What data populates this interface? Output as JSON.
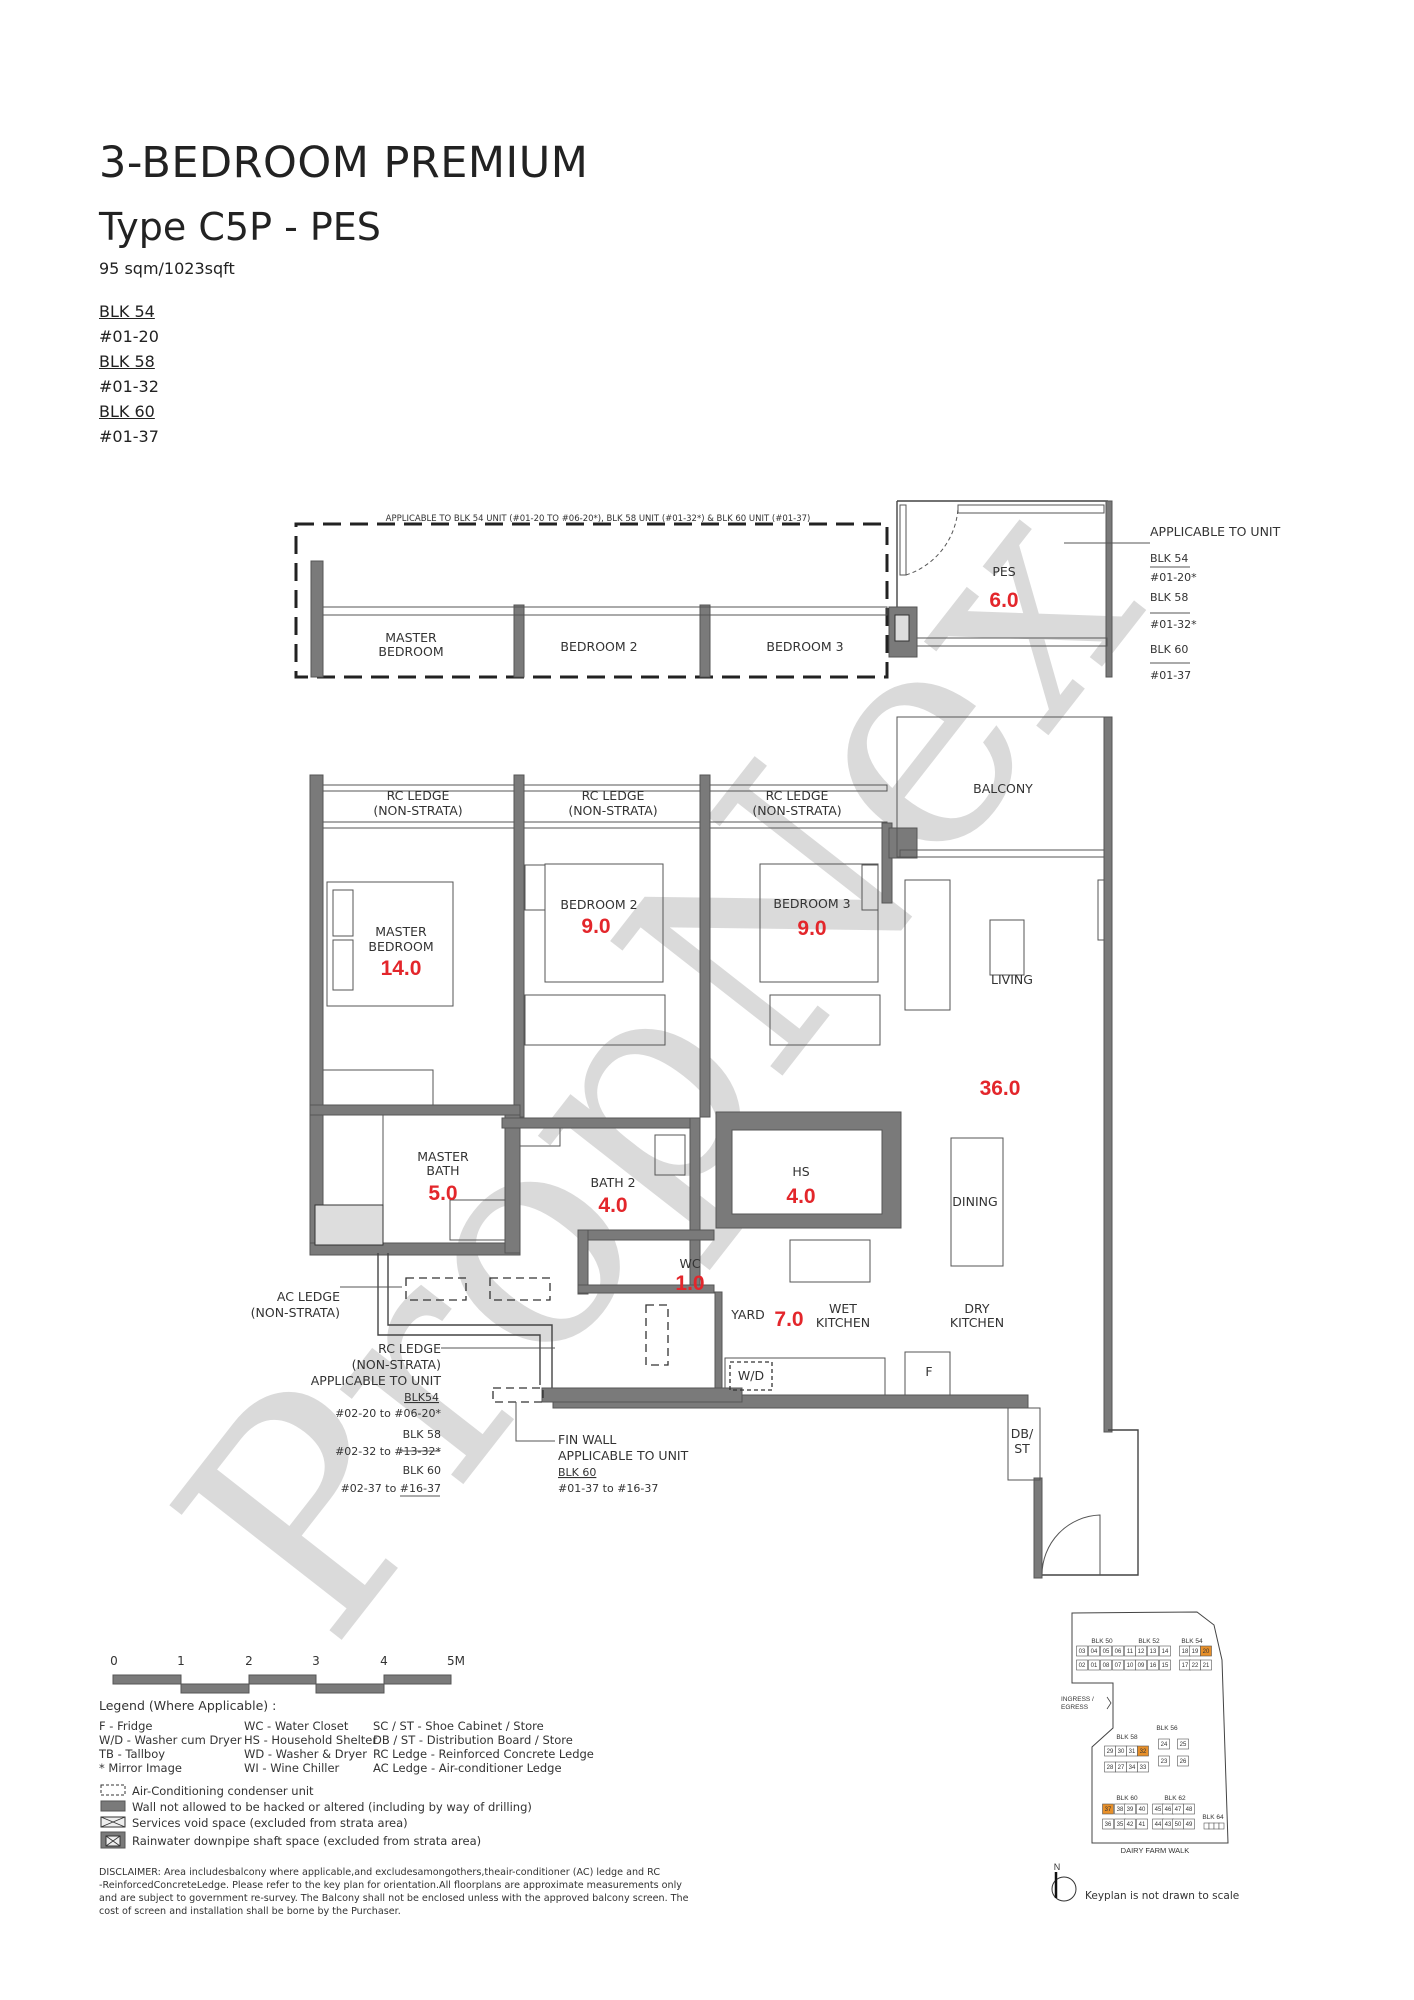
{
  "header": {
    "title": "3-BEDROOM PREMIUM",
    "subtitle": "Type C5P - PES",
    "area": "95 sqm/1023sqft",
    "units": [
      {
        "block": "BLK 54",
        "unit": "#01-20"
      },
      {
        "block": "BLK 58",
        "unit": "#01-32"
      },
      {
        "block": "BLK 60",
        "unit": "#01-37"
      }
    ]
  },
  "watermark": "PropNex",
  "upper_plan": {
    "caption": "APPLICABLE TO BLK 54 UNIT (#01-20 TO #06-20*), BLK 58 UNIT (#01-32*) & BLK 60 UNIT (#01-37)",
    "rooms": [
      "MASTER",
      "BEDROOM",
      "BEDROOM 2",
      "BEDROOM 3"
    ],
    "pes": {
      "label": "PES",
      "area": "6.0"
    },
    "applicable": {
      "title": "APPLICABLE TO UNIT",
      "lines": [
        "BLK 54",
        "#01-20*",
        "BLK 58",
        "#01-32*",
        "BLK 60",
        "#01-37"
      ]
    }
  },
  "rooms": {
    "rc_ledge": [
      "RC LEDGE",
      "(NON-STRATA)"
    ],
    "balcony": "BALCONY",
    "master_bedroom": {
      "label1": "MASTER",
      "label2": "BEDROOM",
      "area": "14.0"
    },
    "bedroom2": {
      "label": "BEDROOM 2",
      "area": "9.0"
    },
    "bedroom3": {
      "label": "BEDROOM 3",
      "area": "9.0"
    },
    "living": {
      "label": "LIVING",
      "area": "36.0"
    },
    "dining": "DINING",
    "master_bath": {
      "label1": "MASTER",
      "label2": "BATH",
      "area": "5.0"
    },
    "bath2": {
      "label": "BATH 2",
      "area": "4.0"
    },
    "hs": {
      "label": "HS",
      "area": "4.0"
    },
    "wc": {
      "label": "WC",
      "area": "1.0"
    },
    "yard": {
      "label": "YARD",
      "area": "7.0"
    },
    "wet_kitchen": [
      "WET",
      "KITCHEN"
    ],
    "dry_kitchen": [
      "DRY",
      "KITCHEN"
    ],
    "wd": "W/D",
    "fridge": "F",
    "db_st": [
      "DB/",
      "ST"
    ]
  },
  "notes": {
    "ac_ledge": [
      "AC LEDGE",
      "(NON-STRATA)"
    ],
    "rc_ledge": [
      "RC LEDGE",
      "(NON-STRATA)",
      "APPLICABLE TO UNIT",
      "BLK54",
      "#02-20 to #06-20*",
      "BLK 58",
      "#02-32 to #13-32*",
      "BLK 60",
      "#02-37 to #16-37"
    ],
    "fin_wall": [
      "FIN WALL",
      "APPLICABLE TO UNIT",
      "BLK 60",
      "#01-37 to #16-37"
    ]
  },
  "scale": {
    "ticks": [
      "0",
      "1",
      "2",
      "3",
      "4",
      "5M"
    ]
  },
  "legend": {
    "title": "Legend (Where Applicable) :",
    "columns": [
      [
        "F - Fridge",
        "W/D - Washer cum Dryer",
        "TB - Tallboy",
        "* Mirror Image"
      ],
      [
        "WC - Water Closet",
        "HS - Household Shelter",
        "WD - Washer & Dryer",
        "WI - Wine Chiller"
      ],
      [
        "SC / ST - Shoe Cabinet / Store",
        "DB / ST - Distribution Board / Store",
        "RC Ledge - Reinforced Concrete Ledge",
        "AC Ledge - Air-conditioner Ledge"
      ]
    ],
    "symbols": [
      "Air-Conditioning condenser unit",
      "Wall not allowed to be hacked or altered (including by way of drilling)",
      "Services void space (excluded from strata area)",
      "Rainwater downpipe shaft space (excluded from strata area)"
    ]
  },
  "disclaimer": [
    "DISCLAIMER: Area includesbalcony where applicable,and excludesamongothers,theair-conditioner (AC) ledge and RC",
    "-ReinforcedConcreteLedge. Please refer to the key plan for orientation.All floorplans are approximate measurements only",
    "and are subject to government re-survey. The Balcony shall not be enclosed unless with the approved balcony screen. The",
    "cost of screen and installation shall be borne by the Purchaser."
  ],
  "keyplan": {
    "highlight_color": "#e8902a",
    "ingress": [
      "INGRESS /",
      "EGRESS"
    ],
    "road": "DAIRY FARM WALK",
    "north": "N",
    "note": "Keyplan is not drawn to scale",
    "blocks": [
      {
        "name": "BLK 50",
        "row1": [
          "03",
          "04",
          "05",
          "06"
        ],
        "row2": [
          "02",
          "01",
          "08",
          "07"
        ]
      },
      {
        "name": "BLK 52",
        "row1": [
          "11",
          "12",
          "13",
          "14"
        ],
        "row2": [
          "10",
          "09",
          "16",
          "15"
        ]
      },
      {
        "name": "BLK 54",
        "row1": [
          "18",
          "19",
          "20"
        ],
        "row2": [
          "17",
          "22",
          "21"
        ]
      },
      {
        "name": "BLK 56",
        "row1": [
          "24",
          "25"
        ],
        "row2": [
          "23",
          "26"
        ]
      },
      {
        "name": "BLK 58",
        "row1": [
          "29",
          "30",
          "31",
          "32"
        ],
        "row2": [
          "28",
          "27",
          "34",
          "33"
        ]
      },
      {
        "name": "BLK 60",
        "row1": [
          "37",
          "38",
          "39",
          "40"
        ],
        "row2": [
          "36",
          "35",
          "42",
          "41"
        ]
      },
      {
        "name": "BLK 62",
        "row1": [
          "45",
          "46",
          "47",
          "48"
        ],
        "row2": [
          "44",
          "43",
          "50",
          "49"
        ]
      },
      {
        "name": "BLK 64",
        "row1": [],
        "row2": []
      }
    ],
    "highlighted_units": [
      "20",
      "32",
      "37"
    ]
  }
}
